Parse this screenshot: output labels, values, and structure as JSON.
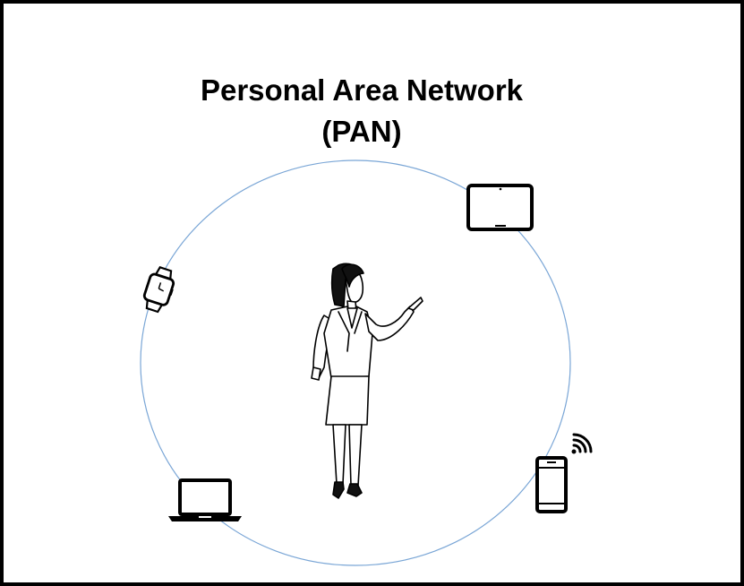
{
  "title": {
    "line1": "Personal Area Network",
    "line2": "(PAN)"
  },
  "colors": {
    "frame": "#000000",
    "circle": "#7aa6d6",
    "icon": "#000000"
  },
  "icons": [
    "tablet-icon",
    "smartwatch-icon",
    "laptop-icon",
    "smartphone-icon",
    "wifi-icon",
    "businesswoman-figure"
  ]
}
